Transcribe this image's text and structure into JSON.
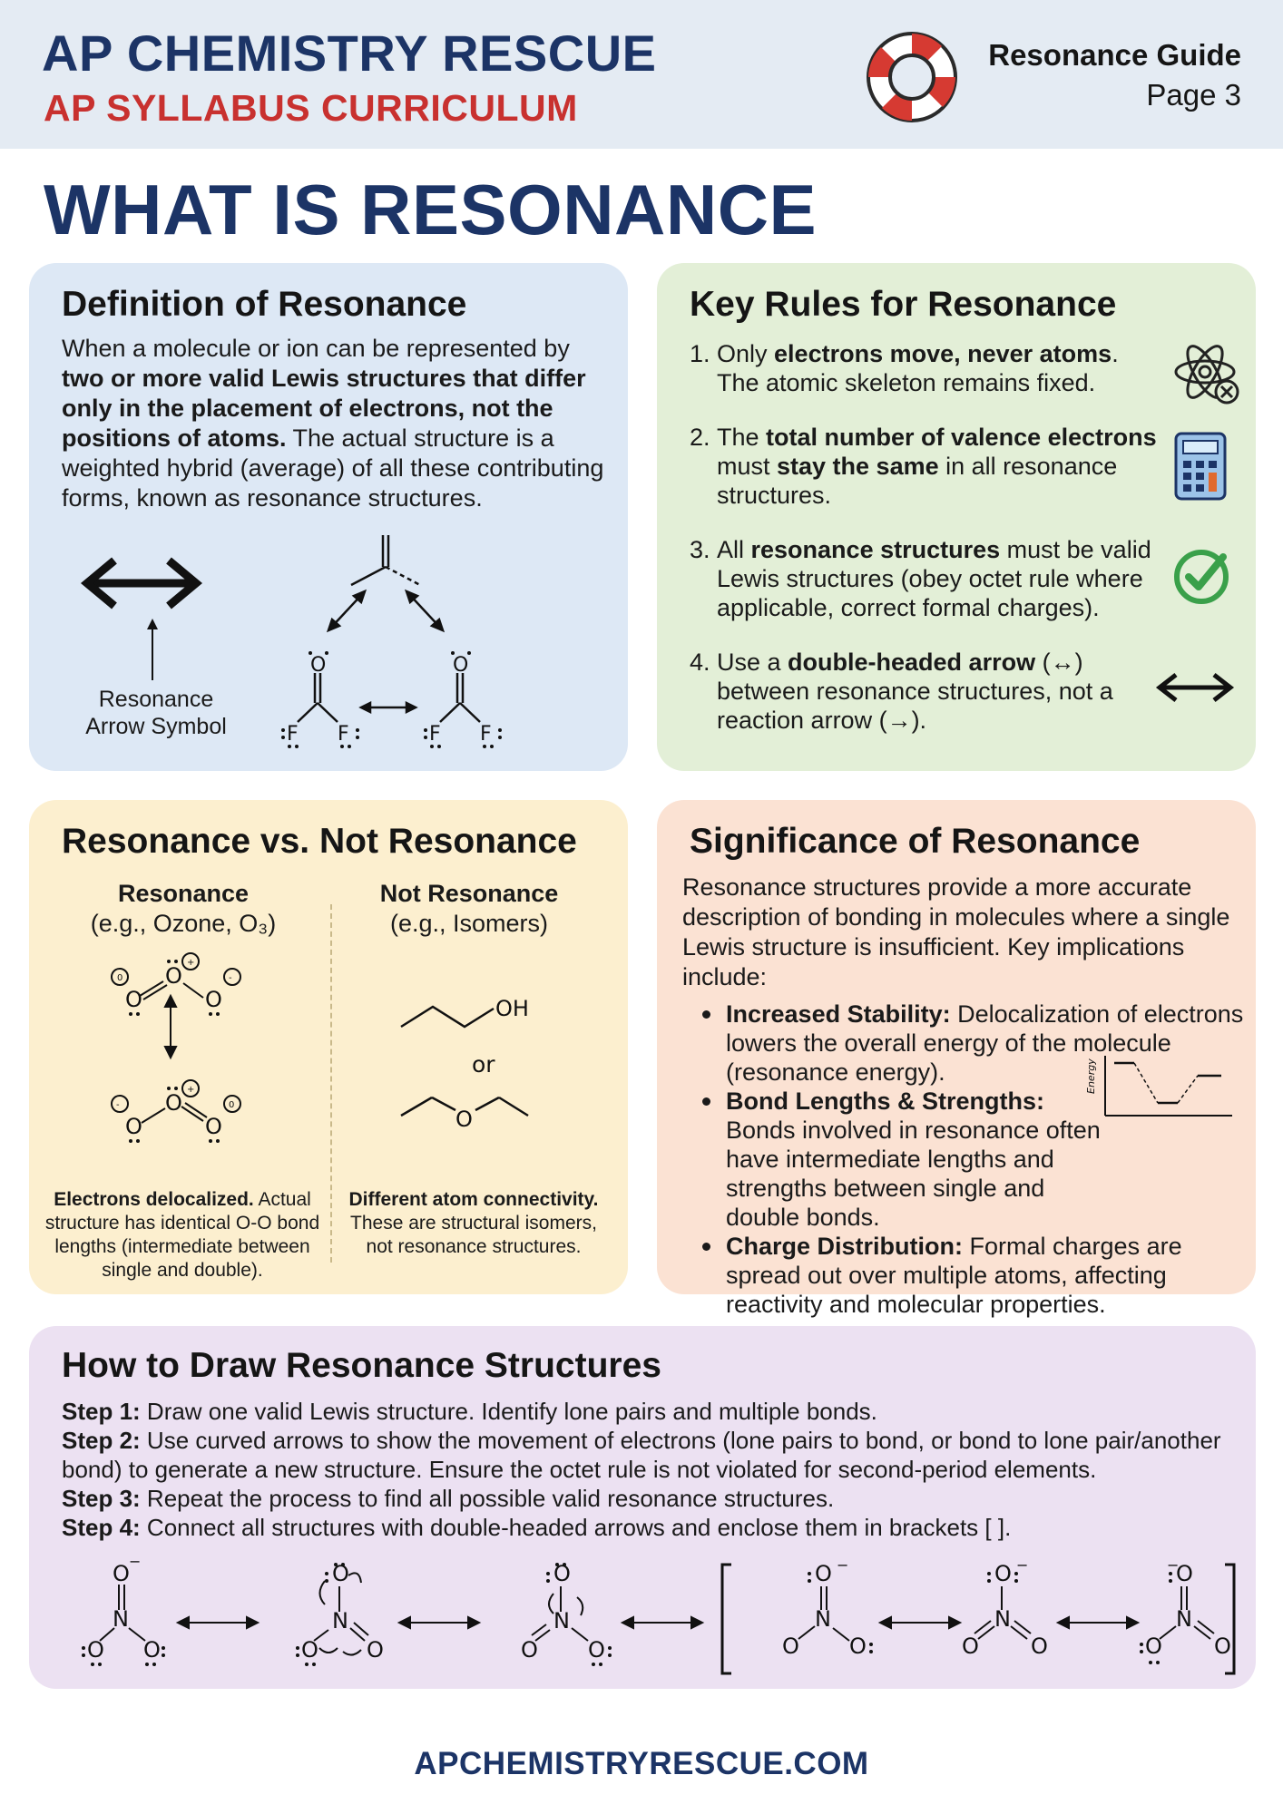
{
  "header": {
    "brand_main": "AP CHEMISTRY RESCUE",
    "brand_sub": "AP SYLLABUS CURRICULUM",
    "guide_title": "Resonance Guide",
    "guide_page": "Page 3"
  },
  "page_title": "WHAT IS RESONANCE",
  "definition": {
    "title": "Definition of Resonance",
    "p1": "When a molecule or ion can be represented by ",
    "p_bold": "two or more valid Lewis structures that differ only in the placement of electrons, not the positions of atoms.",
    "p2": " The actual structure is a weighted hybrid (average) of all these contributing forms, known as resonance structures.",
    "arrow_label_1": "Resonance",
    "arrow_label_2": "Arrow Symbol"
  },
  "rules": {
    "title": "Key Rules for Resonance",
    "items": [
      {
        "num": "1.",
        "a": "Only ",
        "b": "electrons move, never atoms",
        "c": ". The atomic skeleton remains fixed."
      },
      {
        "num": "2.",
        "a": "The ",
        "b": "total number of valence electrons",
        "c": " must ",
        "d": "stay the same",
        "e": " in all resonance structures."
      },
      {
        "num": "3.",
        "a": "All ",
        "b": "resonance structures",
        "c": " must be valid Lewis structures (obey octet rule where applicable, correct formal charges)."
      },
      {
        "num": "4.",
        "a": "Use a ",
        "b": "double-headed arrow",
        "c": " (↔) between resonance structures, not a reaction arrow (→)."
      }
    ]
  },
  "vs": {
    "title": "Resonance vs. Not Resonance",
    "left_head": "Resonance",
    "left_example": "(e.g., Ozone, O₃)",
    "right_head": "Not Resonance",
    "right_example": "(e.g., Isomers)",
    "or": "or",
    "left_cap_bold": "Electrons delocalized.",
    "left_cap": " Actual structure has identical O-O bond lengths (intermediate between single and double).",
    "right_cap_bold": "Different atom connectivity.",
    "right_cap": "These are structural isomers, not resonance structures."
  },
  "significance": {
    "title": "Significance of Resonance",
    "intro": "Resonance structures provide a more accurate description of bonding in molecules where a single Lewis structure is insufficient. Key implications include:",
    "items": [
      {
        "bold": "Increased Stability:",
        "text": " Delocalization of electrons lowers the overall energy of the molecule (resonance energy)."
      },
      {
        "bold": "Bond Lengths & Strengths:",
        "text": " Bonds involved in resonance often have intermediate lengths and strengths between single and double bonds."
      },
      {
        "bold": "Charge Distribution:",
        "text": " Formal charges are spread out over multiple atoms, affecting reactivity and molecular properties."
      }
    ],
    "energy_label": "Energy"
  },
  "draw": {
    "title": "How to Draw Resonance Structures",
    "steps": [
      {
        "label": "Step 1:",
        "text": " Draw one valid Lewis structure. Identify lone pairs and multiple bonds."
      },
      {
        "label": "Step 2:",
        "text": " Use curved arrows to show the movement of electrons (lone pairs to bond, or bond to lone pair/another bond) to generate a new structure. Ensure the octet rule is not violated for second-period elements."
      },
      {
        "label": "Step 3:",
        "text": " Repeat the process to find all possible valid resonance structures."
      },
      {
        "label": "Step 4:",
        "text": " Connect all structures with double-headed arrows and enclose them in brackets [ ]."
      }
    ]
  },
  "footer": "APCHEMISTRYRESCUE.COM",
  "colors": {
    "navy": "#1c3466",
    "red": "#c8312f",
    "green": "#3aa04a"
  }
}
